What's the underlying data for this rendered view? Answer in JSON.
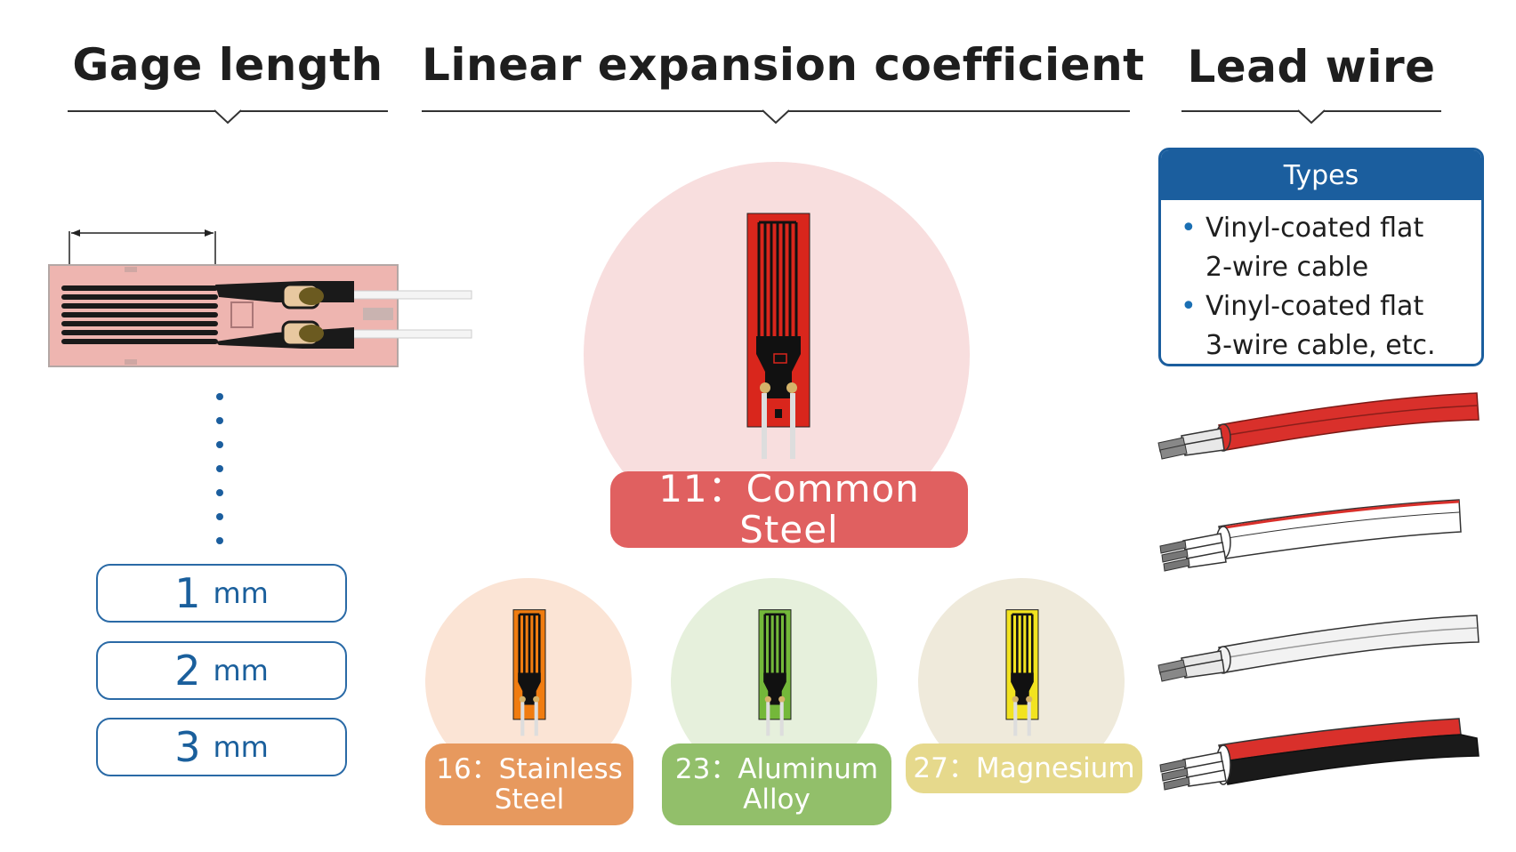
{
  "sections": {
    "gage_length": {
      "title": "Gage length",
      "options": [
        {
          "value": "1",
          "unit": "mm"
        },
        {
          "value": "2",
          "unit": "mm"
        },
        {
          "value": "3",
          "unit": "mm"
        }
      ]
    },
    "linear_expansion": {
      "title": "Linear expansion coefficient",
      "main": {
        "label": "11：Common Steel",
        "color": "#e06060",
        "circle_color": "#f8dede",
        "gauge_color": "#d9261c"
      },
      "others": [
        {
          "label": "16：Stainless\nSteel",
          "color": "#e7995e",
          "circle_color": "#fbe4d5",
          "gauge_color": "#f07c10"
        },
        {
          "label": "23：Aluminum\nAlloy",
          "color": "#92bf6a",
          "circle_color": "#e6f0dc",
          "gauge_color": "#74b83a"
        },
        {
          "label": "27：Magnesium",
          "color": "#e6d98c",
          "circle_color": "#efeadb",
          "gauge_color": "#f2e320"
        }
      ]
    },
    "lead_wire": {
      "title": "Lead wire",
      "types_title": "Types",
      "types": [
        "Vinyl-coated flat\n2-wire cable",
        "Vinyl-coated flat\n3-wire cable, etc."
      ],
      "cables": [
        {
          "name": "red-2-wire",
          "color": "#d9302b"
        },
        {
          "name": "white-3-wire-red-stripe",
          "color": "#ffffff"
        },
        {
          "name": "white-2-wire",
          "color": "#f0f0f0"
        },
        {
          "name": "black-3-wire-red-stripe",
          "color": "#1a1a1a"
        }
      ]
    }
  },
  "colors": {
    "accent_blue": "#1b5e9e",
    "heading": "#1e1e1e"
  }
}
